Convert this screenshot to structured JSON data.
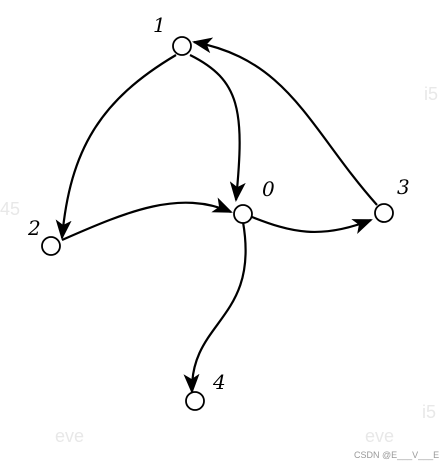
{
  "diagram": {
    "nodes": [
      {
        "id": "n1",
        "label": "1"
      },
      {
        "id": "n0",
        "label": "0"
      },
      {
        "id": "n2",
        "label": "2"
      },
      {
        "id": "n3",
        "label": "3"
      },
      {
        "id": "n4",
        "label": "4"
      }
    ],
    "edges": [
      {
        "from": "1",
        "to": "2"
      },
      {
        "from": "1",
        "to": "0"
      },
      {
        "from": "2",
        "to": "0"
      },
      {
        "from": "0",
        "to": "3"
      },
      {
        "from": "3",
        "to": "1"
      },
      {
        "from": "0",
        "to": "4"
      }
    ],
    "colors": {
      "stroke": "#000000",
      "background": "#ffffff"
    }
  },
  "watermarks": [
    "eve",
    "eve",
    "45",
    "i5",
    "i5"
  ],
  "credit": "CSDN @E___V___E"
}
